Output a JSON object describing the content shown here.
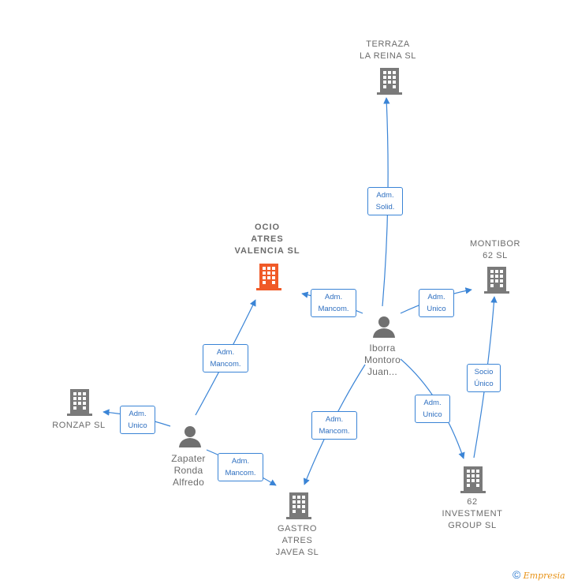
{
  "nodes": {
    "terraza": {
      "label": "TERRAZA\nLA REINA  SL",
      "type": "company"
    },
    "ocio": {
      "label": "OCIO\nATRES\nVALENCIA  SL",
      "type": "company-main"
    },
    "montibor": {
      "label": "MONTIBOR\n62  SL",
      "type": "company"
    },
    "ronzap": {
      "label": "RONZAP  SL",
      "type": "company"
    },
    "gastro": {
      "label": "GASTRO\nATRES\nJAVEA  SL",
      "type": "company"
    },
    "investment": {
      "label": "62\nINVESTMENT\nGROUP  SL",
      "type": "company"
    },
    "iborra": {
      "label": "Iborra\nMontoro\nJuan...",
      "type": "person"
    },
    "zapater": {
      "label": "Zapater\nRonda\nAlfredo",
      "type": "person"
    }
  },
  "edges": {
    "iborra_terraza": "Adm.\nSolid.",
    "iborra_ocio": "Adm.\nMancom.",
    "iborra_montibor": "Adm.\nUnico",
    "iborra_gastro": "Adm.\nMancom.",
    "iborra_investment": "Adm.\nUnico",
    "investment_montibor": "Socio\nÚnico",
    "zapater_ocio": "Adm.\nMancom.",
    "zapater_ronzap": "Adm.\nUnico",
    "zapater_gastro": "Adm.\nMancom."
  },
  "colors": {
    "edge": "#3a84d6",
    "building": "#7a7a7a",
    "building_main": "#f05a28",
    "person": "#707070"
  },
  "footer": {
    "copyright": "©",
    "brand": "Empresia"
  }
}
